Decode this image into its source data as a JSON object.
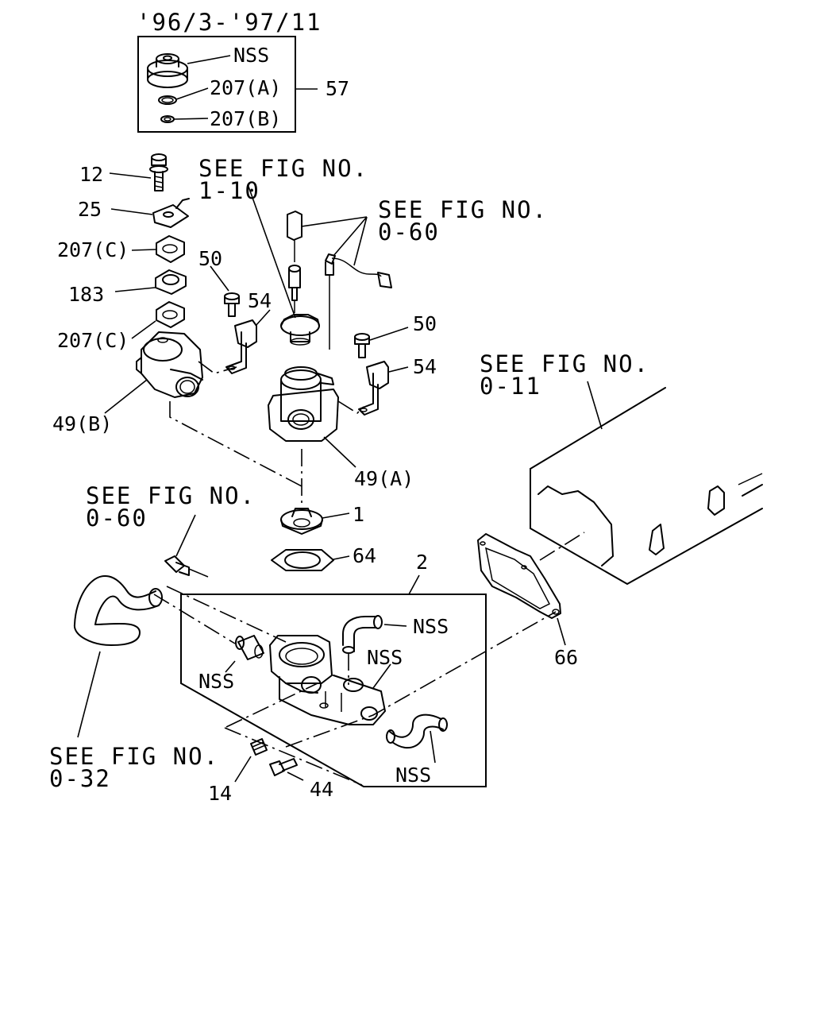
{
  "date_range": "'96/3-'97/11",
  "kit": {
    "nss": "NSS",
    "seal_a": "207(A)",
    "seal_b": "207(B)",
    "number": "57"
  },
  "refs": {
    "fig_1_10": [
      "SEE FIG NO.",
      "1-10"
    ],
    "fig_0_60_top": [
      "SEE FIG NO.",
      "0-60"
    ],
    "fig_0_11": [
      "SEE FIG NO.",
      "0-11"
    ],
    "fig_0_60_left": [
      "SEE FIG NO.",
      "0-60"
    ],
    "fig_0_32": [
      "SEE FIG NO.",
      "0-32"
    ]
  },
  "callouts": {
    "p12": "12",
    "p25": "25",
    "p207c_top": "207(C)",
    "p183": "183",
    "p207c_bottom": "207(C)",
    "p50_left": "50",
    "p54_left": "54",
    "p50_right": "50",
    "p54_right": "54",
    "p49b": "49(B)",
    "p49a": "49(A)",
    "p1": "1",
    "p64": "64",
    "p2": "2",
    "nss_elbow": "NSS",
    "nss_housing": "NSS",
    "nss_left": "NSS",
    "nss_hose": "NSS",
    "p66": "66",
    "p14": "14",
    "p44": "44"
  }
}
